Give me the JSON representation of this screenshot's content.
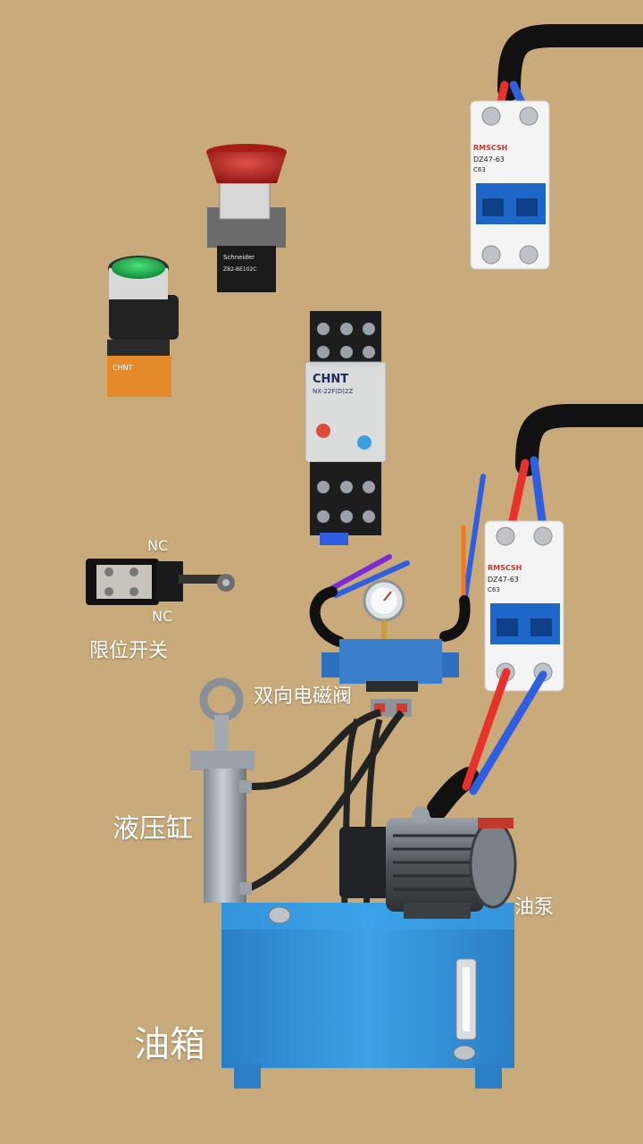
{
  "labels": {
    "limit_switch": "限位开关",
    "nc_top": "NC",
    "nc_bottom": "NC",
    "solenoid_valve": "双向电磁阀",
    "hydraulic_cylinder": "液压缸",
    "oil_pump": "油泵",
    "oil_tank": "油箱"
  },
  "components": {
    "breaker_brand": "RMSCSH",
    "breaker_model": "DZ47-63",
    "breaker_rating": "C63",
    "relay_brand": "CHNT",
    "relay_model": "NX-22F(D)2Z",
    "estop_brand": "Schneider",
    "estop_code": "ZB2-BE102C",
    "button_brand": "CHNT"
  },
  "colors": {
    "background": "#c9aa7a",
    "wire_live": "#e8312c",
    "wire_neutral": "#2f5fe0",
    "wire_orange": "#f07820",
    "wire_purple": "#7a2bd6",
    "tank_blue": "#2f8fd8",
    "valve_blue": "#2f6fc0"
  }
}
